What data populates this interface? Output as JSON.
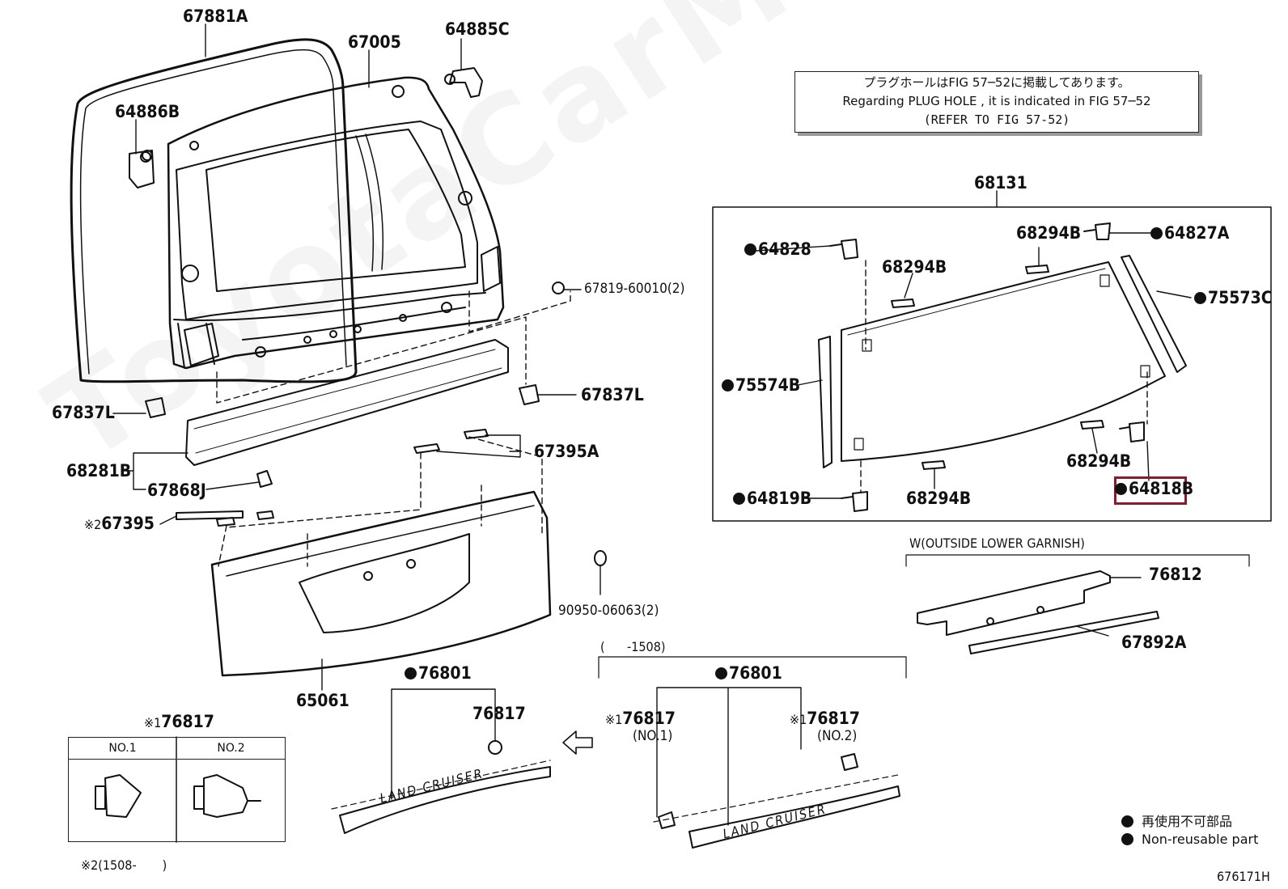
{
  "note": {
    "line1": "プラグホールはFIG 57─52に掲載してあります。",
    "line2": "Regarding  PLUG  HOLE , it is indicated in FIG  57─52",
    "line3": "(REFER TO FIG 57-52)"
  },
  "labels": {
    "p67881A": "67881A",
    "p67005": "67005",
    "p64885C": "64885C",
    "p64886B": "64886B",
    "p67819": "67819-60010(2)",
    "p67837L_left": "67837L",
    "p67837L_right": "67837L",
    "p68281B": "68281B",
    "p67868J": "67868J",
    "p67395A": "67395A",
    "p67395": "67395",
    "p67395_mark": "※2",
    "p90950": "90950-06063(2)",
    "p65061": "65061",
    "p68131": "68131",
    "p64828": "64828",
    "p68294B_1": "68294B",
    "p68294B_2": "68294B",
    "p68294B_3": "68294B",
    "p68294B_4": "68294B",
    "p64827A": "64827A",
    "p75573C": "75573C",
    "p75574B": "75574B",
    "p64819B": "64819B",
    "p64818B": "64818B",
    "garnish_title": "W(OUTSIDE LOWER GARNISH)",
    "p76812": "76812",
    "p67892A": "67892A",
    "date_range": "(      -1508)",
    "p76801_left": "76801",
    "p76801_right": "76801",
    "p76817_center": "76817",
    "p76817_no1": "76817",
    "p76817_no1_mark": "※1",
    "p76817_no1_sub": "(NO.1)",
    "p76817_no2": "76817",
    "p76817_no2_mark": "※1",
    "p76817_no2_sub": "(NO.2)",
    "table_title_mark": "※1",
    "table_title": "76817",
    "table_no1": "NO.1",
    "table_no2": "NO.2",
    "footnote2": "※2(1508-       )",
    "emblem_text": "LAND  CRUISER",
    "fig_code": "676171H"
  },
  "legend": {
    "jp": "再使用不可部品",
    "en": "Non-reusable part"
  },
  "watermark": "ToyotaCarMine.ru",
  "colors": {
    "highlight": "#8b1a2a",
    "ink": "#111111",
    "watermark": "#000000"
  }
}
